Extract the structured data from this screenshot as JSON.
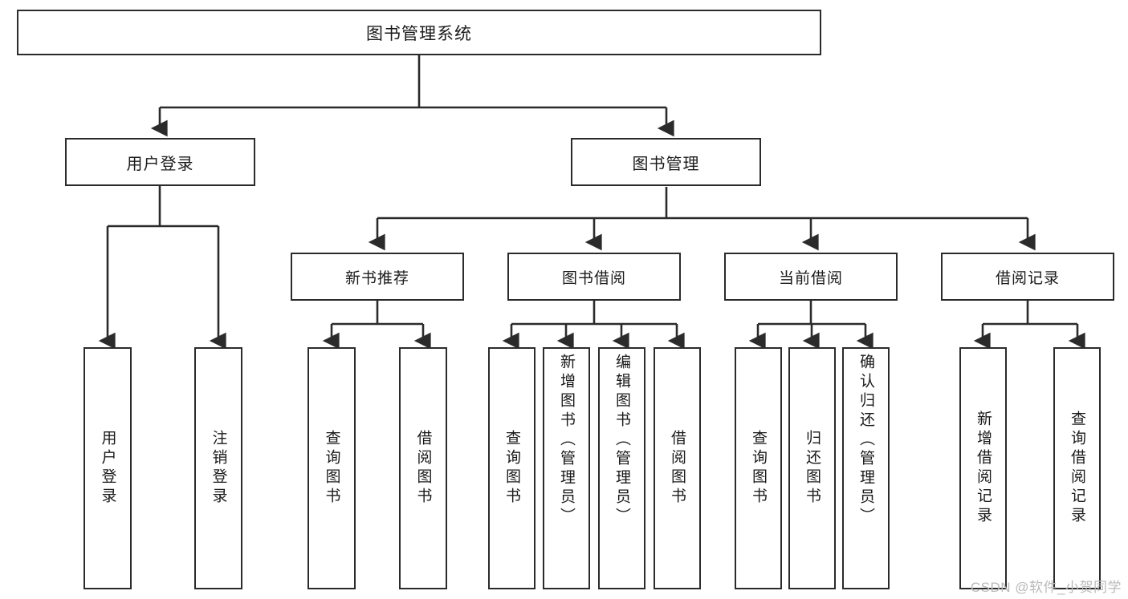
{
  "diagram": {
    "type": "tree",
    "title": "图书管理系统",
    "watermark": "CSDN @软件_小贺同学",
    "colors": {
      "node_border": "#2b2b2b",
      "node_fill": "#ffffff",
      "edge": "#2b2b2b",
      "text": "#1a1a1a",
      "watermark": "#b9b9b9"
    },
    "nodes": {
      "root": {
        "label": "图书管理系统"
      },
      "level1": [
        {
          "id": "user_login",
          "label": "用户登录"
        },
        {
          "id": "book_manage",
          "label": "图书管理"
        }
      ],
      "level2": [
        {
          "id": "new_book_rec",
          "label": "新书推荐"
        },
        {
          "id": "book_borrow",
          "label": "图书借阅"
        },
        {
          "id": "current_borrow",
          "label": "当前借阅"
        },
        {
          "id": "borrow_record",
          "label": "借阅记录"
        }
      ],
      "leaves": {
        "user_login": [
          {
            "id": "leaf_user_login",
            "label": "用户登录"
          },
          {
            "id": "leaf_user_logout",
            "label": "注销登录"
          }
        ],
        "new_book_rec": [
          {
            "id": "leaf_query_book_1",
            "label": "查询图书"
          },
          {
            "id": "leaf_borrow_book_1",
            "label": "借阅图书"
          }
        ],
        "book_borrow": [
          {
            "id": "leaf_query_book_2",
            "label": "查询图书"
          },
          {
            "id": "leaf_add_book",
            "label": "新增图书（管理员）"
          },
          {
            "id": "leaf_edit_book",
            "label": "编辑图书（管理员）"
          },
          {
            "id": "leaf_borrow_book_2",
            "label": "借阅图书"
          }
        ],
        "current_borrow": [
          {
            "id": "leaf_query_book_3",
            "label": "查询图书"
          },
          {
            "id": "leaf_return_book",
            "label": "归还图书"
          },
          {
            "id": "leaf_confirm_return",
            "label": "确认归还（管理员）"
          }
        ],
        "borrow_record": [
          {
            "id": "leaf_add_record",
            "label": "新增借阅记录"
          },
          {
            "id": "leaf_query_record",
            "label": "查询借阅记录"
          }
        ]
      }
    }
  }
}
